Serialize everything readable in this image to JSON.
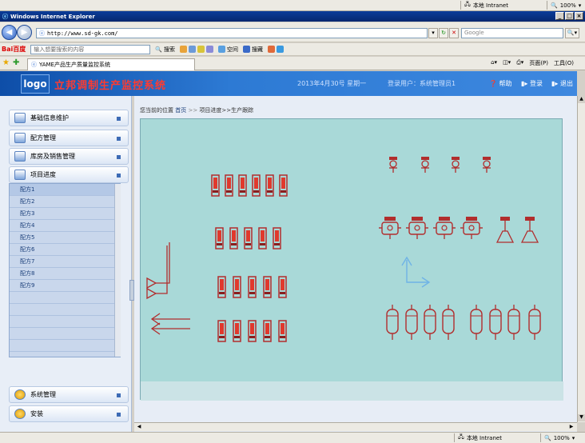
{
  "top_status": {
    "zone": "本地 Intranet",
    "zoom": "100%"
  },
  "window": {
    "title": "Windows Internet Explorer"
  },
  "address": {
    "url": "http://www.sd-gk.com/",
    "search_placeholder": "Google"
  },
  "baidu": {
    "logo": "Bai百度",
    "search_placeholder": "输入想要搜索的内容",
    "search_btn": "搜索",
    "space": "空间",
    "search2": "搜藏"
  },
  "tab": {
    "title": "YAME产品生产质量监控系统"
  },
  "ie_cmds": {
    "page": "页面(P)",
    "tools": "工具(O)"
  },
  "header": {
    "logo": "logo",
    "title": "立邦调制生产监控系统",
    "date": "2013年4月30号 星期一",
    "user": "登录用户：系统管理员1",
    "help": "帮助",
    "login": "登录",
    "logout": "退出"
  },
  "menu": {
    "items": [
      {
        "label": "基础信息维护"
      },
      {
        "label": "配方管理"
      },
      {
        "label": "库房及销售管理"
      },
      {
        "label": "项目进度"
      }
    ],
    "bottom": [
      {
        "label": "系统管理"
      },
      {
        "label": "安装"
      }
    ]
  },
  "formulas": [
    "配方1",
    "配方2",
    "配方3",
    "配方4",
    "配方5",
    "配方6",
    "配方7",
    "配方8",
    "配方9"
  ],
  "breadcrumb": {
    "prefix": "您当前的位置",
    "home": "首页",
    "sep": ">>",
    "path": "项目进度>>生产跟踪"
  },
  "bottom_status": {
    "zone": "本地 Intranet",
    "zoom": "100%"
  },
  "colors": {
    "banner": "#2d7ad4",
    "panel": "#a9d9d8",
    "machine": "#b22d2d",
    "arrow": "#6fb3e6"
  }
}
